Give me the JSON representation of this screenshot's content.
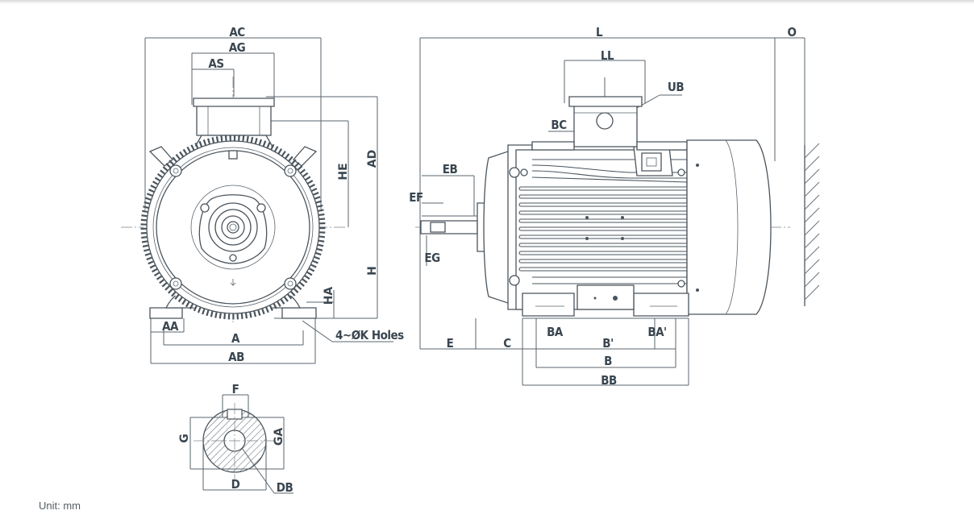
{
  "labels": {
    "AC": "AC",
    "AG": "AG",
    "AS": "AS",
    "HE": "HE",
    "AD": "AD",
    "H": "H",
    "HA": "HA",
    "AA": "AA",
    "A": "A",
    "AB": "AB",
    "holes": "4~ØK Holes",
    "L": "L",
    "O": "O",
    "LL": "LL",
    "UB": "UB",
    "BC": "BC",
    "EB": "EB",
    "EF": "EF",
    "EG": "EG",
    "BA": "BA",
    "BA_prime": "BA'",
    "E": "E",
    "C": "C",
    "B_prime": "B'",
    "B": "B",
    "BB": "BB",
    "F": "F",
    "G": "G",
    "GA": "GA",
    "D": "D",
    "DB": "DB"
  },
  "unit_note": "Unit: mm"
}
